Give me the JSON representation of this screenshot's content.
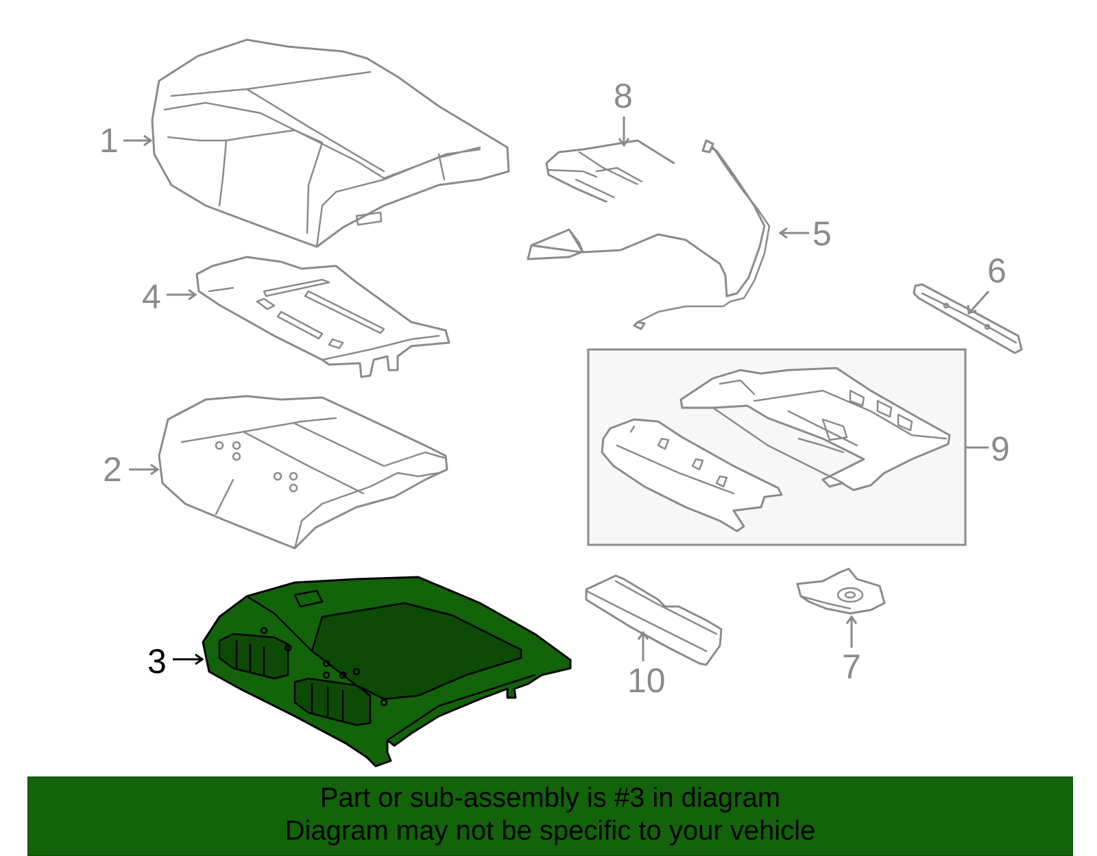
{
  "diagram": {
    "highlight_color": "#126309",
    "callouts": [
      {
        "id": "1",
        "label": "1"
      },
      {
        "id": "2",
        "label": "2"
      },
      {
        "id": "3",
        "label": "3",
        "highlighted": true
      },
      {
        "id": "4",
        "label": "4"
      },
      {
        "id": "5",
        "label": "5"
      },
      {
        "id": "6",
        "label": "6"
      },
      {
        "id": "7",
        "label": "7"
      },
      {
        "id": "8",
        "label": "8"
      },
      {
        "id": "9",
        "label": "9"
      },
      {
        "id": "10",
        "label": "10"
      }
    ]
  },
  "banner": {
    "line1": "Part or sub-assembly is #3 in diagram",
    "line2": "Diagram may not be specific to your vehicle",
    "background": "#126309"
  }
}
